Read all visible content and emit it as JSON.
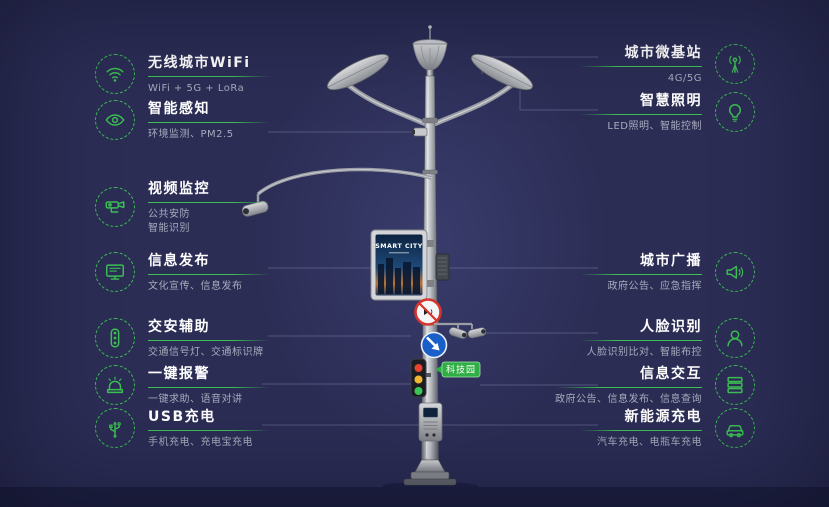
{
  "colors": {
    "background": "#2b2d55",
    "accent": "#3cbf53",
    "title": "#ffffff",
    "subtitle": "#a9abbd"
  },
  "features": {
    "left": [
      {
        "icon": "wifi-icon",
        "title": "无线城市WiFi",
        "subtitle": "WiFi + 5G + LoRa"
      },
      {
        "icon": "sensor-icon",
        "title": "智能感知",
        "subtitle": "环境监测、PM2.5"
      },
      {
        "icon": "cctv-icon",
        "title": "视频监控",
        "subtitle": "公共安防",
        "subtitle2": "智能识别"
      },
      {
        "icon": "screen-icon",
        "title": "信息发布",
        "subtitle": "文化宣传、信息发布"
      },
      {
        "icon": "traffic-light-icon",
        "title": "交安辅助",
        "subtitle": "交通信号灯、交通标识牌"
      },
      {
        "icon": "alarm-icon",
        "title": "一键报警",
        "subtitle": "一键求助、语音对讲"
      },
      {
        "icon": "usb-icon",
        "title": "USB充电",
        "subtitle": "手机充电、充电宝充电"
      }
    ],
    "right": [
      {
        "icon": "antenna-icon",
        "title": "城市微基站",
        "subtitle": "4G/5G"
      },
      {
        "icon": "bulb-icon",
        "title": "智慧照明",
        "subtitle": "LED照明、智能控制"
      },
      {
        "icon": "speaker-icon",
        "title": "城市广播",
        "subtitle": "政府公告、应急指挥"
      },
      {
        "icon": "face-icon",
        "title": "人脸识别",
        "subtitle": "人脸识别比对、智能布控"
      },
      {
        "icon": "layers-icon",
        "title": "信息交互",
        "subtitle": "政府公告、信息发布、信息查询"
      },
      {
        "icon": "car-icon",
        "title": "新能源充电",
        "subtitle": "汽车充电、电瓶车充电"
      }
    ]
  },
  "pole": {
    "screen_title": "SMART CITY",
    "sign_label": "科技园"
  }
}
